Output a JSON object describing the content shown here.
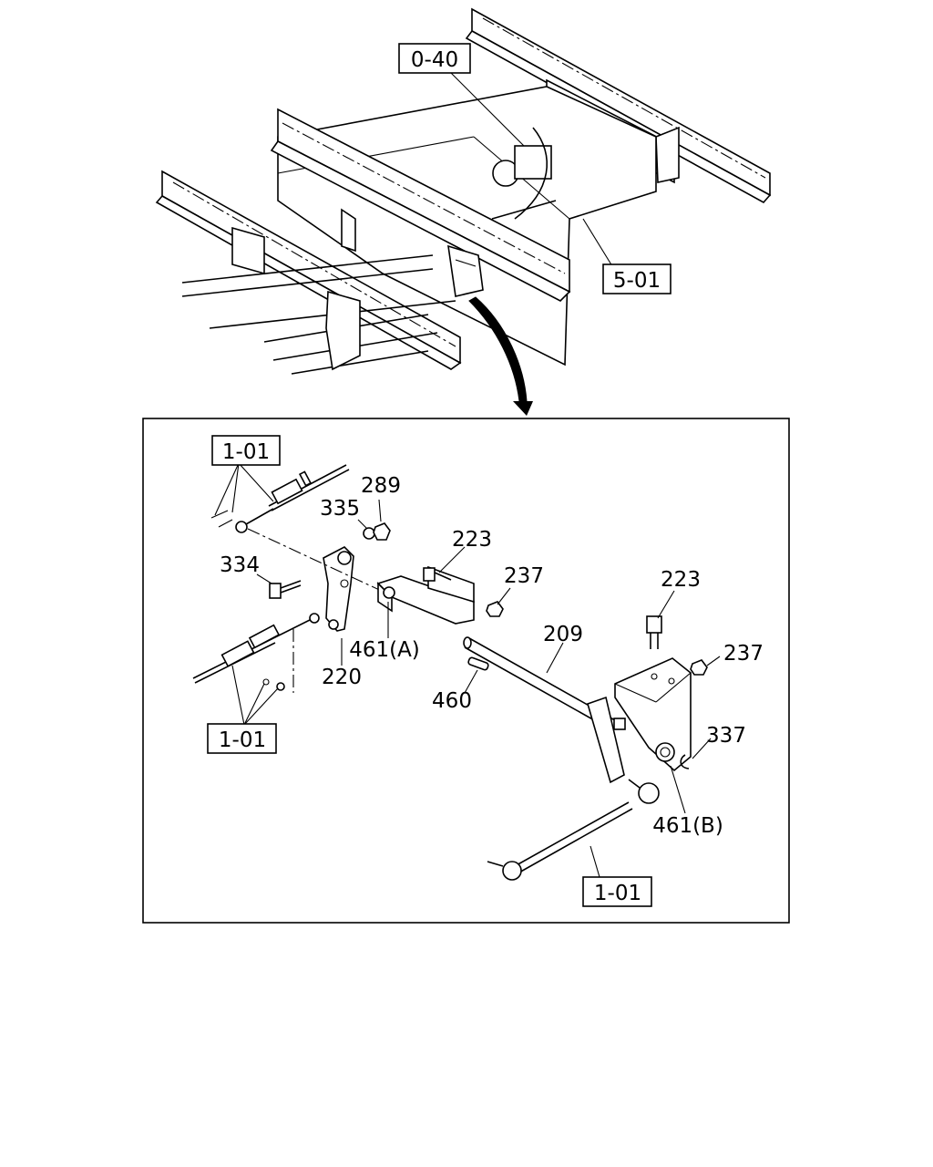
{
  "references": {
    "ref_0_40": "0-40",
    "ref_5_01": "5-01",
    "ref_1_01_top": "1-01",
    "ref_1_01_mid": "1-01",
    "ref_1_01_bottom": "1-01"
  },
  "parts": {
    "p289": "289",
    "p335": "335",
    "p334": "334",
    "p223_a": "223",
    "p237_a": "237",
    "p220": "220",
    "p461a": "461(A)",
    "p209": "209",
    "p460": "460",
    "p223_b": "223",
    "p237_b": "237",
    "p337": "337",
    "p461b": "461(B)"
  }
}
